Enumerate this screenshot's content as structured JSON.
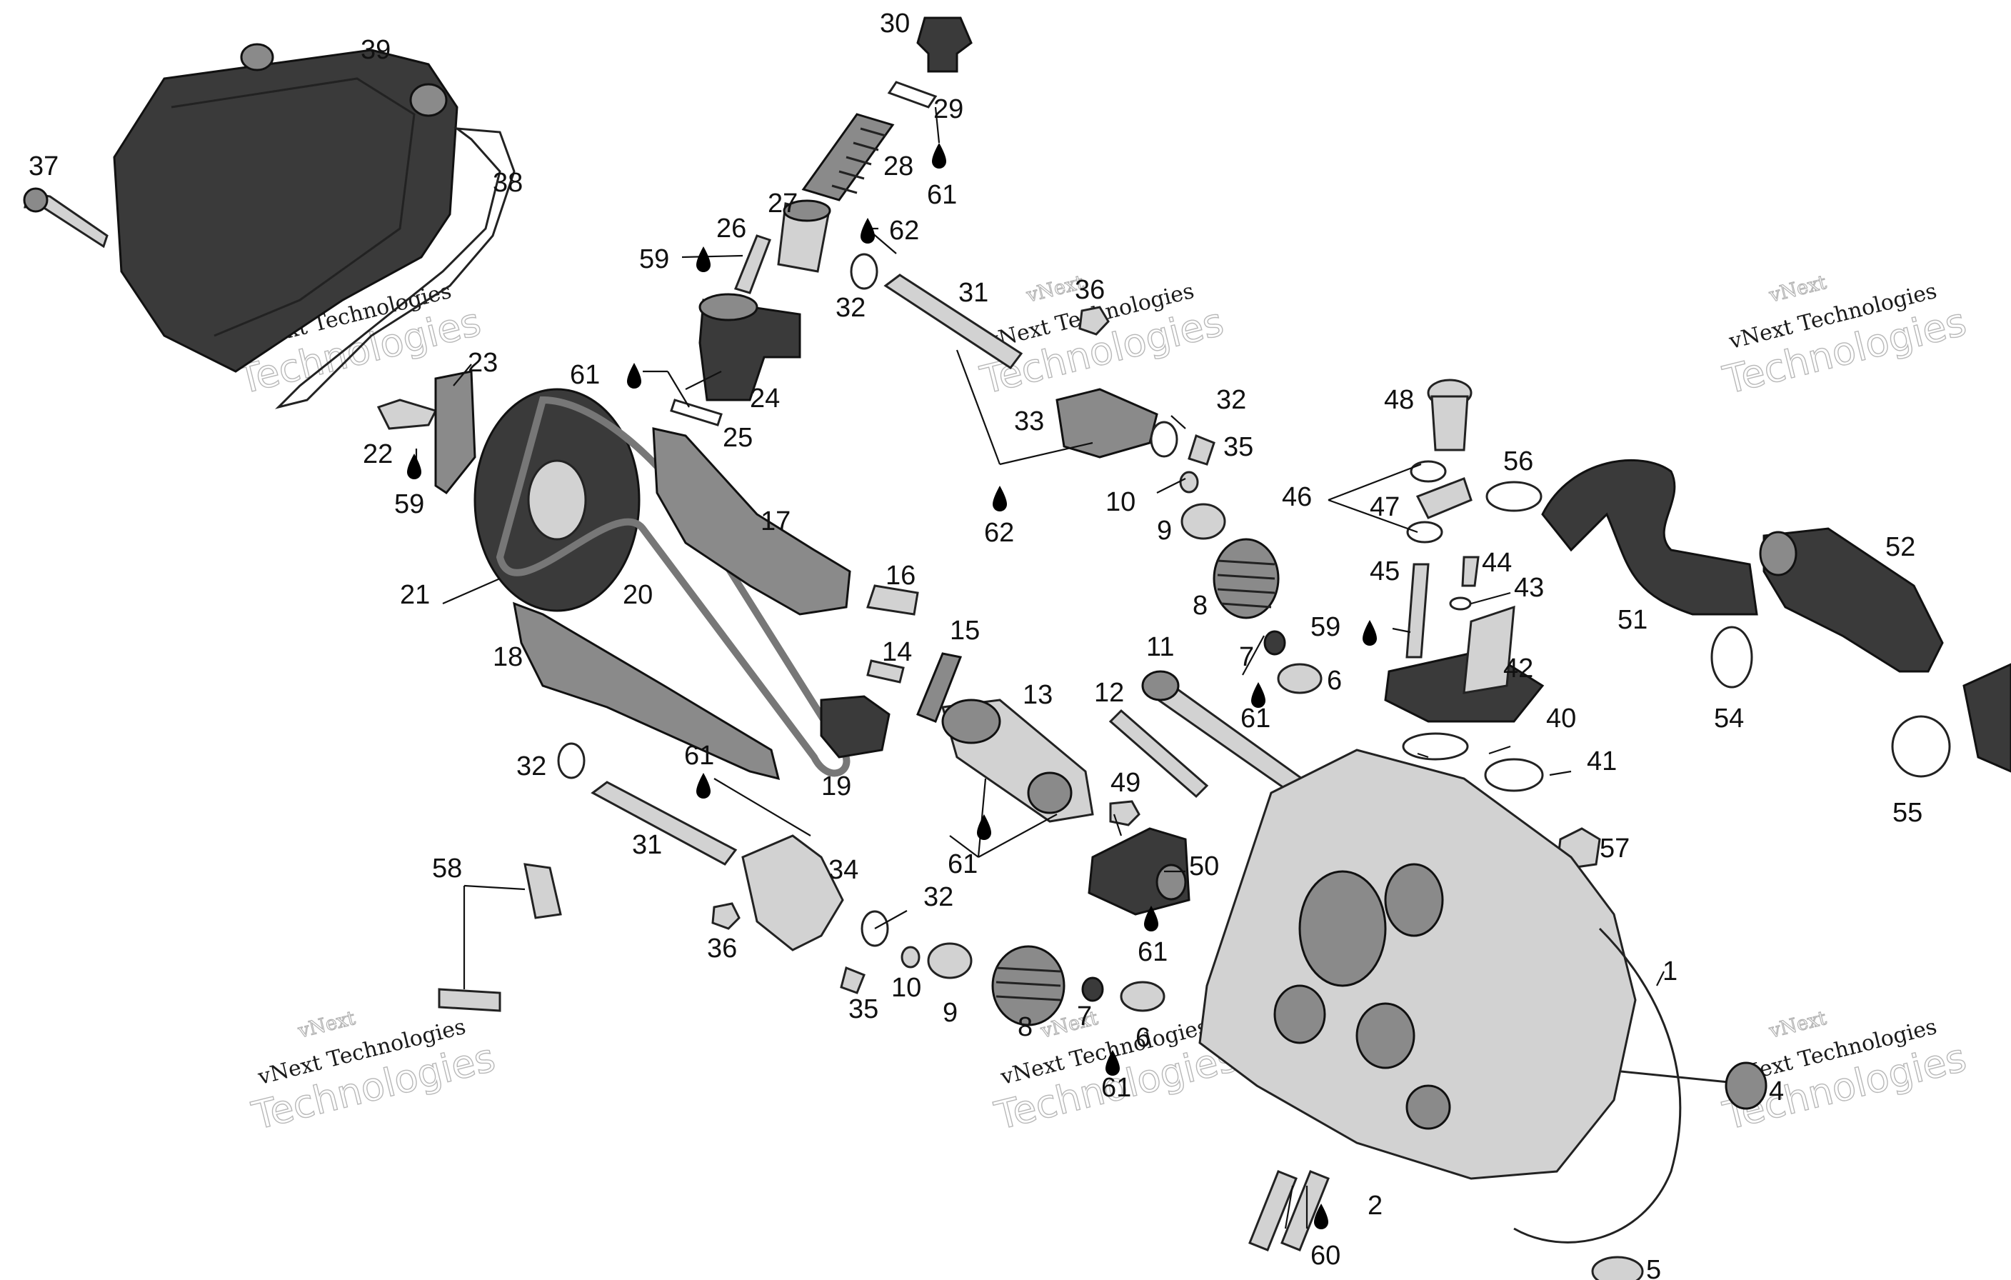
{
  "diagram": {
    "watermark": {
      "line1": "vNext",
      "line2": "vNext Technologies",
      "line3": "Technologies"
    },
    "callouts": [
      {
        "id": "c30",
        "label": "30"
      },
      {
        "id": "c29",
        "label": "29"
      },
      {
        "id": "c28",
        "label": "28"
      },
      {
        "id": "c61a",
        "label": "61"
      },
      {
        "id": "c27",
        "label": "27"
      },
      {
        "id": "c62a",
        "label": "62"
      },
      {
        "id": "c26",
        "label": "26"
      },
      {
        "id": "c59a",
        "label": "59"
      },
      {
        "id": "c32a",
        "label": "32"
      },
      {
        "id": "c31a",
        "label": "31"
      },
      {
        "id": "c36a",
        "label": "36"
      },
      {
        "id": "c39",
        "label": "39"
      },
      {
        "id": "c38",
        "label": "38"
      },
      {
        "id": "c37",
        "label": "37"
      },
      {
        "id": "c23",
        "label": "23"
      },
      {
        "id": "c61b",
        "label": "61"
      },
      {
        "id": "c24",
        "label": "24"
      },
      {
        "id": "c25",
        "label": "25"
      },
      {
        "id": "c22",
        "label": "22"
      },
      {
        "id": "c59b",
        "label": "59"
      },
      {
        "id": "c33",
        "label": "33"
      },
      {
        "id": "c32b",
        "label": "32"
      },
      {
        "id": "c35a",
        "label": "35"
      },
      {
        "id": "c62b",
        "label": "62"
      },
      {
        "id": "c10a",
        "label": "10"
      },
      {
        "id": "c9a",
        "label": "9"
      },
      {
        "id": "c17",
        "label": "17"
      },
      {
        "id": "c21",
        "label": "21"
      },
      {
        "id": "c20",
        "label": "20"
      },
      {
        "id": "c16",
        "label": "16"
      },
      {
        "id": "c8a",
        "label": "8"
      },
      {
        "id": "c18",
        "label": "18"
      },
      {
        "id": "c15",
        "label": "15"
      },
      {
        "id": "c14",
        "label": "14"
      },
      {
        "id": "c11",
        "label": "11"
      },
      {
        "id": "c7a",
        "label": "7"
      },
      {
        "id": "c61c",
        "label": "61"
      },
      {
        "id": "c6a",
        "label": "6"
      },
      {
        "id": "c13",
        "label": "13"
      },
      {
        "id": "c12",
        "label": "12"
      },
      {
        "id": "c19",
        "label": "19"
      },
      {
        "id": "c32c",
        "label": "32"
      },
      {
        "id": "c61d",
        "label": "61"
      },
      {
        "id": "c49",
        "label": "49"
      },
      {
        "id": "c31b",
        "label": "31"
      },
      {
        "id": "c61e",
        "label": "61"
      },
      {
        "id": "c34",
        "label": "34"
      },
      {
        "id": "c50",
        "label": "50"
      },
      {
        "id": "c58",
        "label": "58"
      },
      {
        "id": "c32d",
        "label": "32"
      },
      {
        "id": "c61f",
        "label": "61"
      },
      {
        "id": "c36b",
        "label": "36"
      },
      {
        "id": "c10b",
        "label": "10"
      },
      {
        "id": "c35b",
        "label": "35"
      },
      {
        "id": "c9b",
        "label": "9"
      },
      {
        "id": "c8b",
        "label": "8"
      },
      {
        "id": "c7b",
        "label": "7"
      },
      {
        "id": "c6b",
        "label": "6"
      },
      {
        "id": "c61g",
        "label": "61"
      },
      {
        "id": "c48",
        "label": "48"
      },
      {
        "id": "c46",
        "label": "46"
      },
      {
        "id": "c47",
        "label": "47"
      },
      {
        "id": "c56",
        "label": "56"
      },
      {
        "id": "c45",
        "label": "45"
      },
      {
        "id": "c44",
        "label": "44"
      },
      {
        "id": "c43",
        "label": "43"
      },
      {
        "id": "c59c",
        "label": "59"
      },
      {
        "id": "c42",
        "label": "42"
      },
      {
        "id": "c40",
        "label": "40"
      },
      {
        "id": "c41",
        "label": "41"
      },
      {
        "id": "c57",
        "label": "57"
      },
      {
        "id": "c51",
        "label": "51"
      },
      {
        "id": "c52",
        "label": "52"
      },
      {
        "id": "c54",
        "label": "54"
      },
      {
        "id": "c55",
        "label": "55"
      },
      {
        "id": "c1",
        "label": "1"
      },
      {
        "id": "c4",
        "label": "4"
      },
      {
        "id": "c2",
        "label": "2"
      },
      {
        "id": "c60",
        "label": "60"
      },
      {
        "id": "c5",
        "label": "5"
      }
    ]
  }
}
